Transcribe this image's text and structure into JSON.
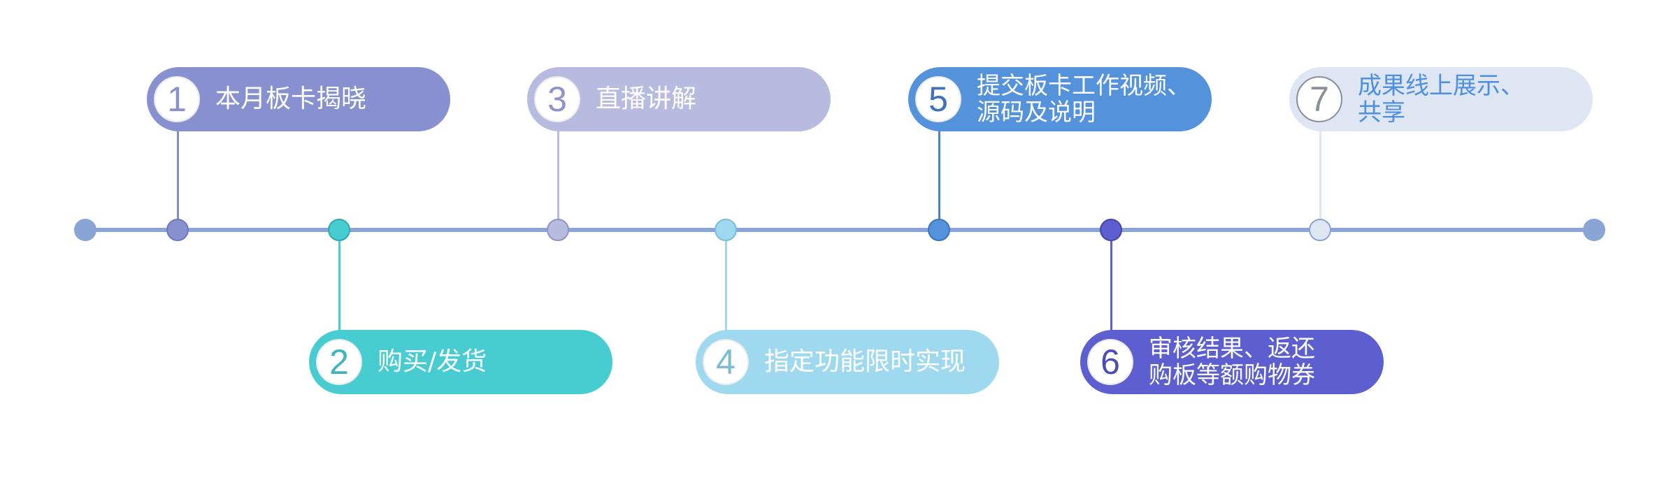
{
  "steps": [
    {
      "number": "1",
      "label": "本月板卡揭晓",
      "color": "#8891cf",
      "position": "top"
    },
    {
      "number": "2",
      "label": "购买/发货",
      "color": "#47cdd1",
      "position": "bottom"
    },
    {
      "number": "3",
      "label": "直播讲解",
      "color": "#b8bbe0",
      "position": "top"
    },
    {
      "number": "4",
      "label": "指定功能限时实现",
      "color": "#9fd9f0",
      "position": "bottom"
    },
    {
      "number": "5",
      "label": "提交板卡工作视频、\n源码及说明",
      "color": "#5592dc",
      "position": "top"
    },
    {
      "number": "6",
      "label": "审核结果、返还\n购板等额购物券",
      "color": "#5d5fd0",
      "position": "bottom"
    },
    {
      "number": "7",
      "label": "成果线上展示、\n共享",
      "color": "#dde6f2",
      "position": "top"
    }
  ]
}
